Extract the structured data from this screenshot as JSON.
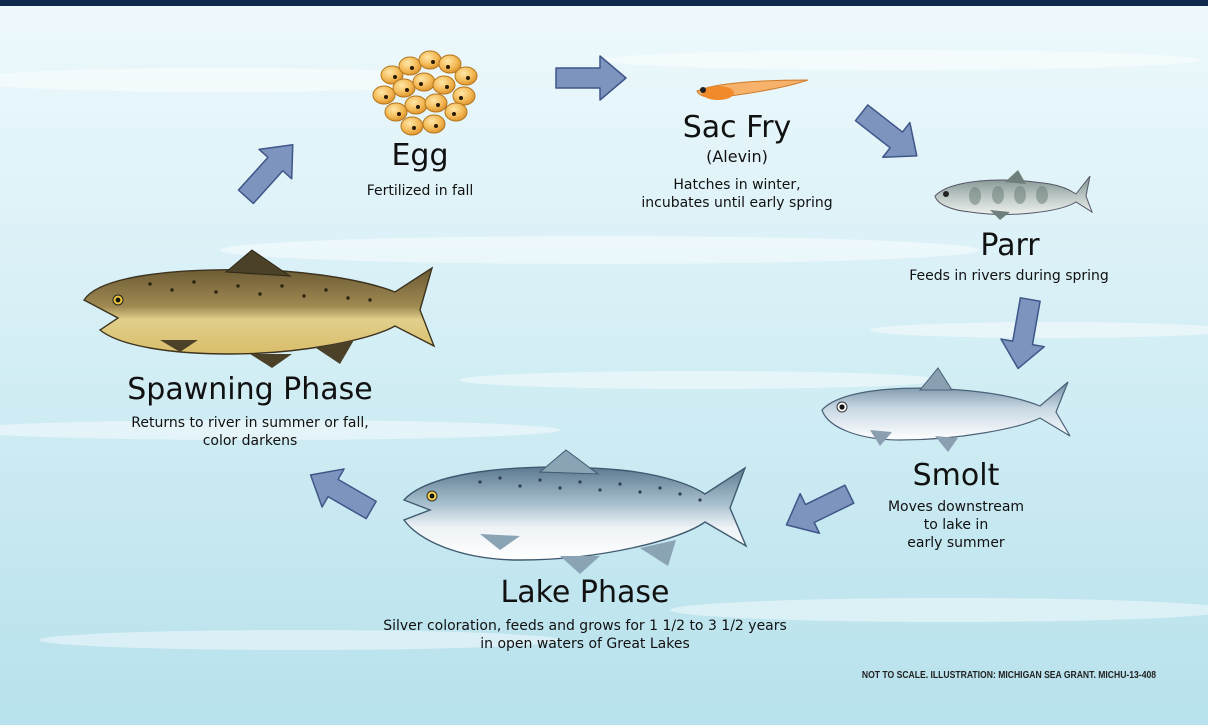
{
  "colors": {
    "water_light": "#eaf7fb",
    "water_mid": "#c9e8f1",
    "water_deep": "#9fd4e3",
    "top_band": "#0f2a4f",
    "arrow_fill": "#7d94bf",
    "arrow_stroke": "#3f5688",
    "text": "#111111"
  },
  "stages": {
    "egg": {
      "title": "Egg",
      "desc": [
        "Fertilized in fall"
      ],
      "icon": "egg-cluster-icon"
    },
    "sac_fry": {
      "title": "Sac Fry",
      "subtitle": "(Alevin)",
      "desc": [
        "Hatches in winter,",
        "incubates until early spring"
      ],
      "icon": "sac-fry-icon"
    },
    "parr": {
      "title": "Parr",
      "desc": [
        "Feeds in rivers during spring"
      ],
      "icon": "parr-fish-icon"
    },
    "smolt": {
      "title": "Smolt",
      "desc": [
        "Moves downstream",
        "to lake in",
        "early summer"
      ],
      "icon": "smolt-fish-icon"
    },
    "lake": {
      "title": "Lake Phase",
      "desc": [
        "Silver coloration, feeds and grows for 1 1/2 to 3 1/2 years",
        "in open waters of Great Lakes"
      ],
      "icon": "lake-phase-fish-icon"
    },
    "spawning": {
      "title": "Spawning Phase",
      "desc": [
        "Returns to river in summer or fall,",
        "color darkens"
      ],
      "icon": "spawning-fish-icon"
    }
  },
  "credit": "NOT TO SCALE.  ILLUSTRATION: MICHIGAN SEA GRANT.  MICHU-13-408",
  "arrows": [
    "egg-to-sac-fry",
    "sac-fry-to-parr",
    "parr-to-smolt",
    "smolt-to-lake",
    "lake-to-spawning",
    "spawning-to-egg"
  ]
}
